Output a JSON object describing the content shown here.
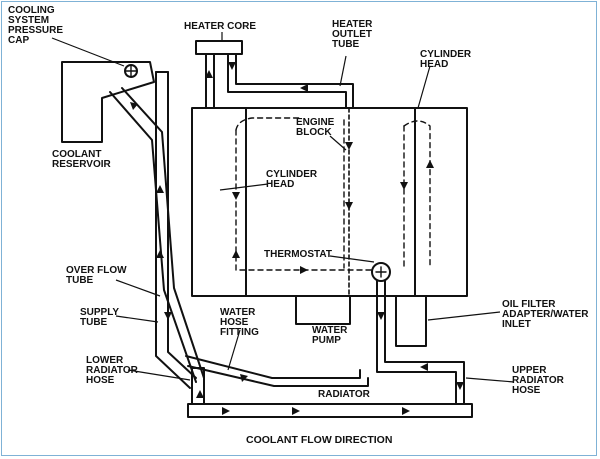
{
  "labels": {
    "pressure_cap": "COOLING\nSYSTEM\nPRESSURE\nCAP",
    "heater_core": "HEATER CORE",
    "heater_outlet": "HEATER\nOUTLET\nTUBE",
    "cylinder_head_right": "CYLINDER\nHEAD",
    "engine_block": "ENGINE\nBLOCK",
    "coolant_reservoir": "COOLANT\nRESERVOIR",
    "cylinder_head_left": "CYLINDER\nHEAD",
    "thermostat": "THERMOSTAT",
    "over_flow_tube": "OVER FLOW\nTUBE",
    "supply_tube": "SUPPLY\nTUBE",
    "water_hose_fitting": "WATER\nHOSE\nFITTING",
    "water_pump": "WATER\nPUMP",
    "oil_filter": "OIL FILTER\nADAPTER/WATER\nINLET",
    "lower_radiator_hose": "LOWER\nRADIATOR\nHOSE",
    "upper_radiator_hose": "UPPER\nRADIATOR\nHOSE",
    "radiator": "RADIATOR"
  },
  "caption": "COOLANT FLOW DIRECTION",
  "colors": {
    "line": "#111111",
    "frame": "#7fb2d6"
  }
}
